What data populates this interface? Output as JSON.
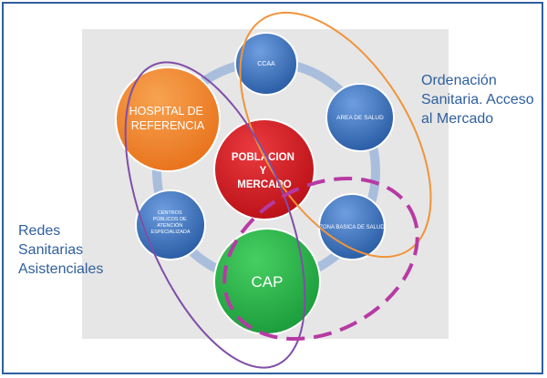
{
  "nodes": {
    "ccaa": "CCAA",
    "area_salud": "AREA DE SALUD",
    "zona_basica": "ZONA BASICA DE SALUD",
    "cap": "CAP",
    "centros": [
      "CENTROS",
      "PÚBLICOS DE",
      "ATENCIÓN",
      "ESPECIALIZADA"
    ],
    "hospital": [
      "HOSPITAL DE",
      "REFERENCIA"
    ],
    "poblacion": [
      "POBLACION",
      "Y",
      "MERCADO"
    ]
  },
  "labels": {
    "ordenacion": "Ordenación\nSanitaria. Acceso\nal Mercado",
    "redes": "Redes\nSanitarias\nAsistenciales"
  },
  "colors": {
    "blue_node": "#3e74bd",
    "orange_node": "#f07f22",
    "red_node": "#d0171f",
    "green_node": "#27b34a",
    "ring": "#a9bedd",
    "orange_outline": "#f0943a",
    "purple_outline": "#7f4ea8",
    "magenta_dashed": "#b73aa3",
    "label_text": "#2f5f9e"
  }
}
